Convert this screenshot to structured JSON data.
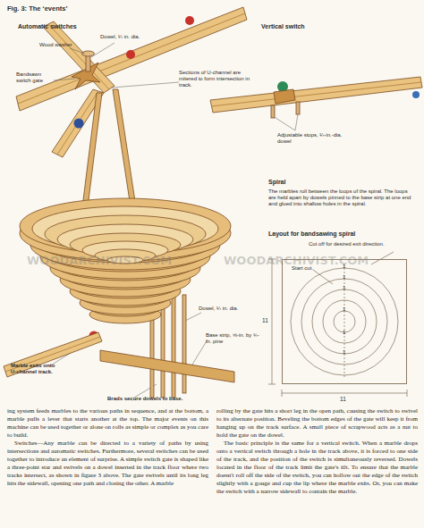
{
  "diagram": {
    "title": "Fig. 3: The ‘events’",
    "nodes": [
      {
        "text": [
          "Start cut.",
          "1",
          "1",
          "1",
          "1",
          "1",
          "1"
        ]
      }
    ],
    "labels": [
      "Automatic switches",
      "Vertical switch",
      "Wood washer",
      "Dowel, ¼ in. dia.",
      "Bandsawn switch gate",
      "Sections of U-channel are mitered to form intersection in track.",
      "Adjustable stops, ¼-in.-dia. dowel",
      "Spiral",
      "The marbles roll between the loops of the spiral. The loops are held apart by dowels pinned to the base strip at one end and glued into shallow holes in the spiral.",
      "Layout for bandsawing spiral",
      "Cut off for desired exit direction.",
      "WOODARCHIVIST.COM",
      "WOODARCHIVIST.COM",
      "Dowel, ¼ in. dia.",
      "Base strip, ⅝-in. by ¾-in. pine",
      "Marble exits onto U-channel track.",
      "Brads secure dowels to base.",
      "11",
      "11",
      "ing system feeds marbles to the various paths in sequence, and at the bottom, a marble pulls a lever that starts another at the top. The major events on this machine can be used together or alone on rolls as simple or complex as you care to build.",
      "Switches—Any marble can be directed to a variety of paths by using intersections and automatic switches. Furthermore, several switches can be used together to introduce an element of surprise. A simple switch gate is shaped like a three-point star and swivels on a dowel inserted in the track floor where two tracks intersect, as shown in figure 3 above. The gate swivels until its long leg hits the sidewall, opening one path and closing the other. A marble",
      "rolling by the gate hits a short leg in the open path, causing the switch to swivel to its alternate position. Beveling the bottom edges of the gate will keep it from hanging up on the track surface. A small piece of scrapwood acts as a nut to hold the gate on the dowel.",
      "The basic principle is the same for a vertical switch. When a marble drops onto a vertical switch through a hole in the track above, it is forced to one side of the track, and the position of the switch is simultaneously reversed. Dowels located in the floor of the track limit the gate's tilt. To ensure that the marble doesn't roll off the side of the switch, you can hollow out the edge of the switch slightly with a gouge and cup the lip where the marble exits. Or, you can make the switch with a narrow sidewall to contain the marble."
    ]
  }
}
